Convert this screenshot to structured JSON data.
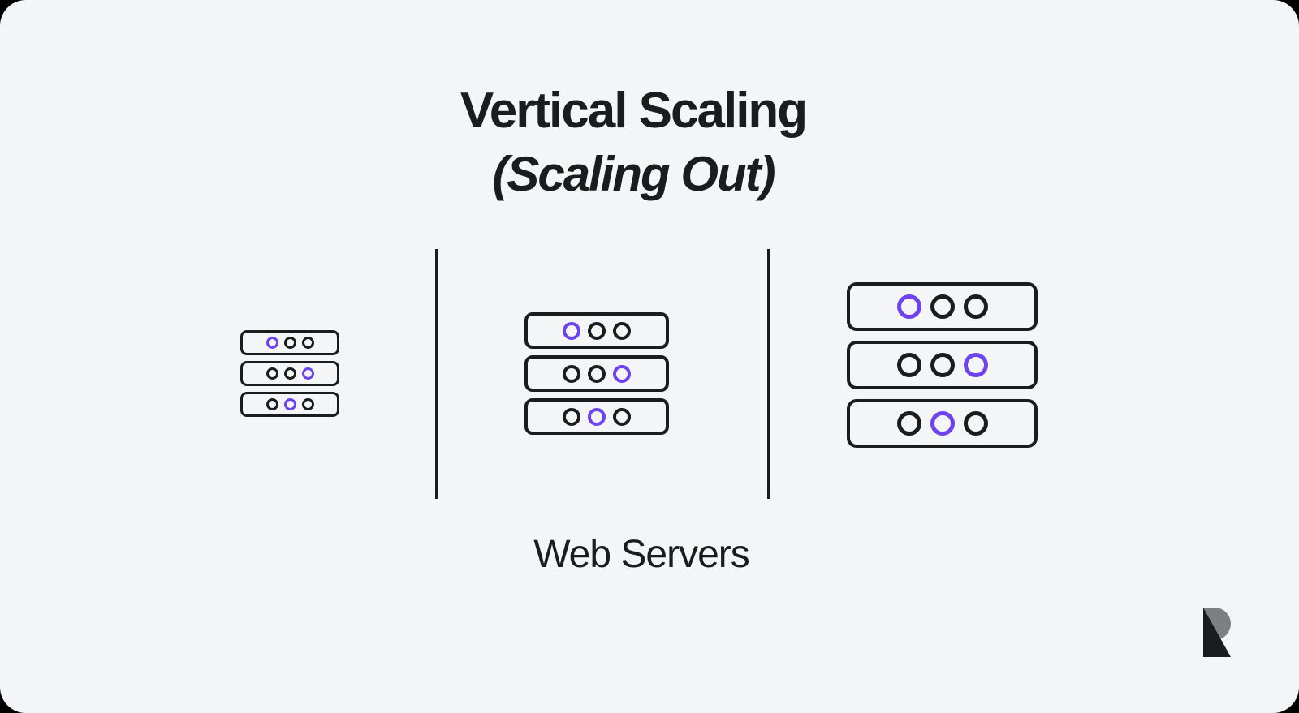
{
  "title": {
    "line1": "Vertical Scaling",
    "line2": "(Scaling Out)"
  },
  "caption": "Web Servers",
  "colors": {
    "outside_bg": "#000000",
    "card_bg": "#f4f5f6",
    "stroke": "#1b1c1e",
    "accent": "#6e42ec",
    "logo_gray": "#7d7f82"
  },
  "diagram": {
    "description": "Three server rack stacks of increasing size, separated by two vertical divider lines",
    "circles_per_row": 3,
    "stacks": [
      {
        "id": "small",
        "rows": [
          {
            "highlight_index": 0
          },
          {
            "highlight_index": 2
          },
          {
            "highlight_index": 1
          }
        ]
      },
      {
        "id": "medium",
        "rows": [
          {
            "highlight_index": 0
          },
          {
            "highlight_index": 2
          },
          {
            "highlight_index": 1
          }
        ]
      },
      {
        "id": "large",
        "rows": [
          {
            "highlight_index": 0
          },
          {
            "highlight_index": 2
          },
          {
            "highlight_index": 1
          }
        ]
      }
    ],
    "divider_count": 2
  },
  "logo": {
    "icon": "r-logo"
  }
}
